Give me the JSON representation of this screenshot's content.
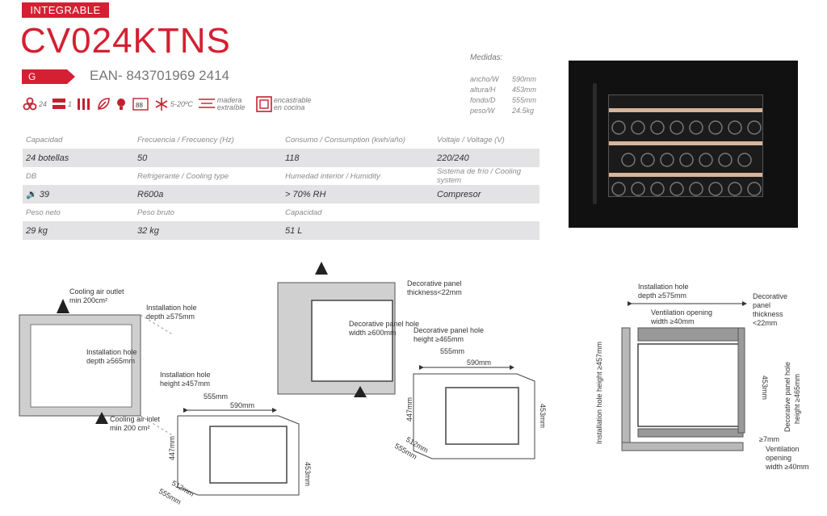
{
  "header": {
    "badge": "INTEGRABLE",
    "model": "CV024KTNS",
    "energy_class": "G",
    "ean_prefix": "EAN-",
    "ean": "843701969 2414"
  },
  "icons": [
    {
      "name": "bottles-icon",
      "value": "24"
    },
    {
      "name": "shelf-icon",
      "value": "1"
    },
    {
      "name": "shelves-icon",
      "value": ""
    },
    {
      "name": "leaf-icon",
      "value": ""
    },
    {
      "name": "bulb-icon",
      "value": ""
    },
    {
      "name": "display-icon",
      "value": ""
    },
    {
      "name": "snowflake-icon",
      "value": "5-20ºC"
    },
    {
      "name": "removable-icon",
      "value": "madera extraíble"
    },
    {
      "name": "built-in-icon",
      "value": "encastrable en cocina"
    }
  ],
  "measures": {
    "title": "Medidas:",
    "rows": [
      {
        "label": "ancho/W",
        "value": "590mm"
      },
      {
        "label": "altura/H",
        "value": "453mm"
      },
      {
        "label": "fondo/D",
        "value": "555mm"
      },
      {
        "label": "peso/W",
        "value": "24.5kg"
      }
    ]
  },
  "specs": {
    "row1_labels": [
      "Capacidad",
      "Frecuencia / Frecuency (Hz)",
      "Consumo / Consumption (kwh/año)",
      "Voltaje / Voltage (V)"
    ],
    "row1_values": [
      "24 botellas",
      "50",
      "118",
      "220/240"
    ],
    "row2_labels": [
      "DB",
      "Refrigerante / Cooling type",
      "Humedad interior / Humidity",
      "Sistema de frío / Cooling system"
    ],
    "row2_values": [
      "39",
      "R600a",
      "> 70% RH",
      "Compresor"
    ],
    "row3_labels": [
      "Peso neto",
      "Peso bruto",
      "Capacidad",
      ""
    ],
    "row3_values": [
      "29 kg",
      "32 kg",
      "51 L",
      ""
    ]
  },
  "diagram1": {
    "outlet": "Cooling air outlet",
    "outlet2": "min 200cm²",
    "hole_depth": "Installation hole",
    "hole_depth2": "depth ≥575mm",
    "inner_depth": "Installation hole",
    "inner_depth2": "depth ≥565mm",
    "hole_height": "Installation hole",
    "hole_height2": "height ≥457mm",
    "w555": "555mm",
    "w590": "590mm",
    "inlet": "Cooling air inlet",
    "inlet2": "min 200 cm²",
    "h447": "447mm",
    "h453": "453mm",
    "d512": "512mm",
    "d555": "555mm"
  },
  "diagram2": {
    "panel_thick": "Decorative panel",
    "panel_thick2": "thickness<22mm",
    "panel_width": "Decorative panel hole",
    "panel_width2": "width ≥600mm",
    "panel_height": "Decorative panel hole",
    "panel_height2": "height ≥465mm",
    "w555": "555mm",
    "w590": "590mm",
    "h447": "447mm",
    "h453": "453mm",
    "d512": "512mm",
    "d555": "555mm"
  },
  "diagram3": {
    "hole_depth": "Installation hole",
    "hole_depth2": "depth ≥575mm",
    "panel": "Decorative",
    "panel2": "panel",
    "panel3": "thickness",
    "panel4": "<22mm",
    "vent": "Ventilation opening",
    "vent2": "width ≥40mm",
    "hole_height": "Installation hole height ≥457mm",
    "h453": "453mm",
    "panel_hole": "Decorative panel hole",
    "panel_hole2": "height ≥465mm",
    "gap": "≥7mm",
    "vent_b": "Ventilation",
    "vent_b2": "opening",
    "vent_b3": "width ≥40mm"
  }
}
